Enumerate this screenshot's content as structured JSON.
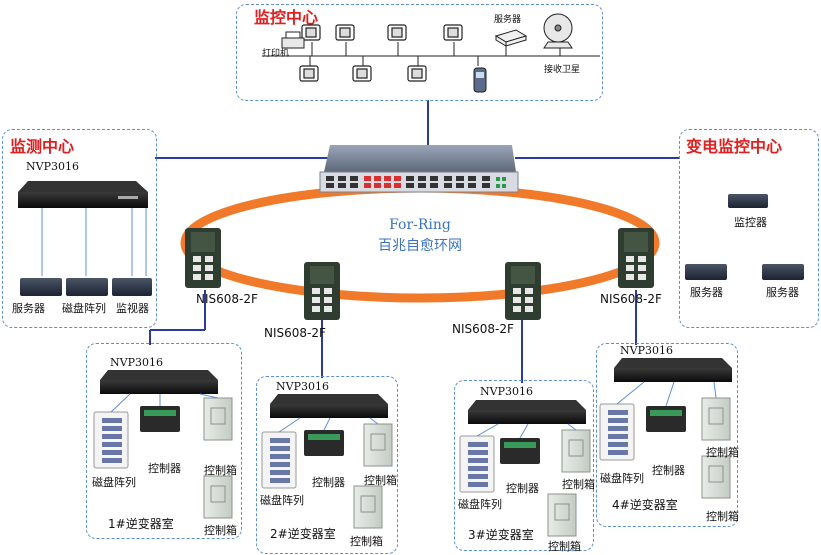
{
  "monitor_center": {
    "title": "监控中心",
    "printer_label": "打印机",
    "server_label": "服务器",
    "satellite_label": "接收卫星"
  },
  "detect_center": {
    "title": "监测中心",
    "nvr_label": "NVP3016",
    "devices": [
      "服务器",
      "磁盘阵列",
      "监视器"
    ]
  },
  "substation_center": {
    "title": "变电监控中心",
    "controller_label": "监控器",
    "servers": [
      "服务器",
      "服务器"
    ]
  },
  "ring": {
    "name": "For-Ring",
    "subtitle": "百兆自愈环网"
  },
  "switch_labels": [
    "NIS608-2F",
    "NIS608-2F",
    "NIS608-2F",
    "NIS608-2F"
  ],
  "rooms": [
    {
      "name": "1#逆变器室",
      "nvr": "NVP3016",
      "disk": "磁盘阵列",
      "controller": "控制器",
      "box1": "控制箱",
      "box2": "控制箱"
    },
    {
      "name": "2#逆变器室",
      "nvr": "NVP3016",
      "disk": "磁盘阵列",
      "controller": "控制器",
      "box1": "控制箱",
      "box2": "控制箱"
    },
    {
      "name": "3#逆变器室",
      "nvr": "NVP3016",
      "disk": "磁盘阵列",
      "controller": "控制器",
      "box1": "控制箱",
      "box2": "控制箱"
    },
    {
      "name": "4#逆变器室",
      "nvr": "NVP3016",
      "disk": "磁盘阵列",
      "controller": "控制器",
      "box1": "控制箱",
      "box2": "控制箱"
    }
  ],
  "colors": {
    "ring": "#f07a2a",
    "link": "#2a3aa0",
    "region_border": "#5b8fd6",
    "title_red": "#e02020",
    "ring_text": "#3a72c4"
  }
}
